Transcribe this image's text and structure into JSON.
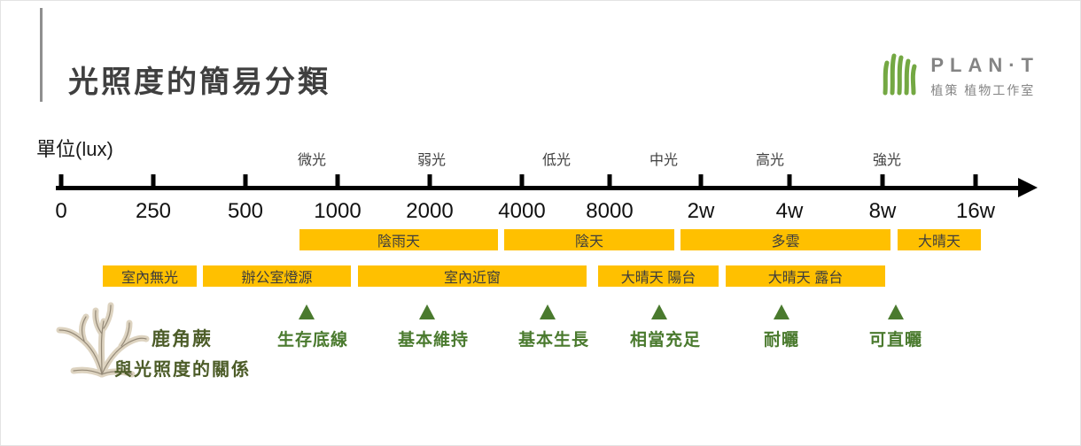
{
  "header": {
    "title": "光照度的簡易分類"
  },
  "logo": {
    "brand": "PLAN·T",
    "subtitle": "植策 植物工作室",
    "icon": "plant-logo-icon"
  },
  "axis": {
    "unit_label": "單位(lux)",
    "tick_labels": [
      "0",
      "250",
      "500",
      "1000",
      "2000",
      "4000",
      "8000",
      "2w",
      "4w",
      "8w",
      "16w"
    ],
    "level_labels": [
      "微光",
      "弱光",
      "低光",
      "中光",
      "高光",
      "強光"
    ]
  },
  "weather_bars": [
    "陰雨天",
    "陰天",
    "多雲",
    "大晴天"
  ],
  "environment_bars": [
    "室內無光",
    "辦公室燈源",
    "室內近窗",
    "大晴天 陽台",
    "大晴天 露台"
  ],
  "fern_scale": [
    "生存底線",
    "基本維持",
    "基本生長",
    "相當充足",
    "耐曬",
    "可直曬"
  ],
  "fern_note": {
    "line1": "鹿角蕨",
    "line2": "與光照度的關係"
  },
  "colors": {
    "bar_yellow": "#ffc000",
    "marker_green": "#4a7a2e",
    "note_green": "#4c5c28",
    "logo_green": "#74a843",
    "logo_gray": "#848484",
    "axis_black": "#000000",
    "title_gray": "#3f3f3f"
  }
}
